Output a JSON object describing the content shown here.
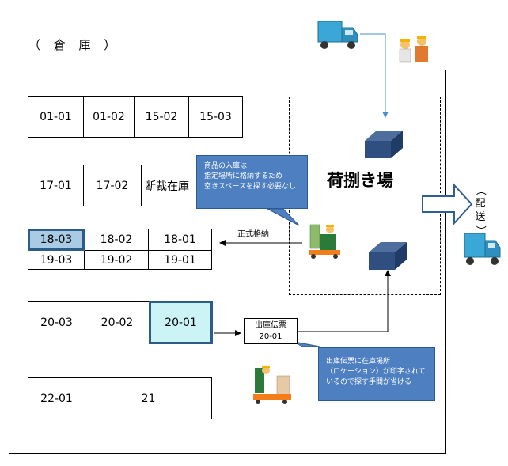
{
  "title": "（ 倉 庫 ）",
  "dock_label": "荷捌き場",
  "groups": {
    "g1": [
      "01-01",
      "01-02",
      "15-02",
      "15-03"
    ],
    "g2": [
      "17-01",
      "17-02",
      "断裁在庫"
    ],
    "g3_top": [
      "18-03",
      "18-02",
      "18-01"
    ],
    "g3_bottom": [
      "19-03",
      "19-02",
      "19-01"
    ],
    "g4": [
      "20-03",
      "20-02",
      "20-01"
    ],
    "g5": [
      "22-01",
      "21"
    ]
  },
  "callout_inbound": [
    "商品の入庫は",
    "指定場所に格納するため",
    "空きスペースを探す必要なし"
  ],
  "store_label": "正式格納",
  "slip_title": "出庫伝票",
  "slip_code": "20-01",
  "callout_outbound": [
    "出庫伝票に在庫場所",
    "（ロケーション）が印字されて",
    "いるので探す手間が省ける"
  ],
  "delivery_label": [
    "（",
    "配",
    "送",
    "）"
  ],
  "colors": {
    "callout": "#4e7fc0",
    "highlight_a": "#a9cbe4",
    "highlight_b": "#ccf3f5",
    "highlight_border": "#2d5d86",
    "box": "#2e4f7f",
    "truck_body": "#3aa7d6"
  },
  "icons": [
    "truck-icon",
    "workers-icon",
    "forklift-icon",
    "arrow-right-icon",
    "box-icon"
  ]
}
